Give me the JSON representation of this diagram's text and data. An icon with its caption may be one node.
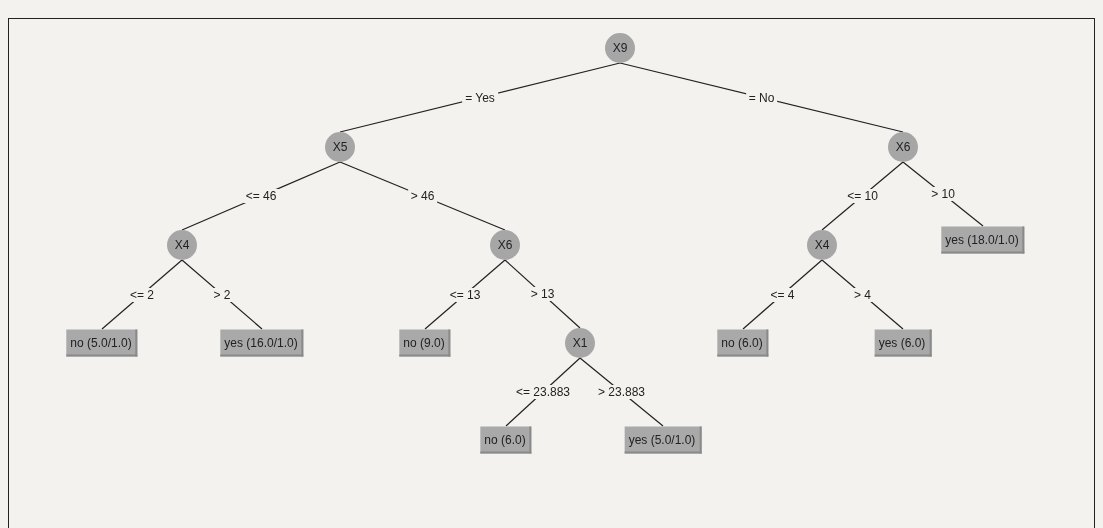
{
  "diagram": {
    "nodes": [
      {
        "text": [
          "X9"
        ]
      },
      {
        "text": [
          "X5"
        ]
      },
      {
        "text": [
          "X6"
        ]
      },
      {
        "text": [
          "X4"
        ]
      },
      {
        "text": [
          "X6"
        ]
      },
      {
        "text": [
          "X4"
        ]
      },
      {
        "text": [
          "yes (18.0/1.0)"
        ]
      },
      {
        "text": [
          "no (5.0/1.0)"
        ]
      },
      {
        "text": [
          "yes (16.0/1.0)"
        ]
      },
      {
        "text": [
          "no (9.0)"
        ]
      },
      {
        "text": [
          "X1"
        ]
      },
      {
        "text": [
          "no (6.0)"
        ]
      },
      {
        "text": [
          "yes (6.0)"
        ]
      },
      {
        "text": [
          "no (6.0)"
        ]
      },
      {
        "text": [
          "yes (5.0/1.0)"
        ]
      }
    ],
    "edges": [
      {
        "from": 0,
        "to": 1,
        "arrow": "none",
        "label": "= Yes"
      },
      {
        "from": 0,
        "to": 2,
        "arrow": "none",
        "label": "= No"
      },
      {
        "from": 1,
        "to": 3,
        "arrow": "none",
        "label": "<= 46"
      },
      {
        "from": 1,
        "to": 4,
        "arrow": "none",
        "label": "> 46"
      },
      {
        "from": 2,
        "to": 5,
        "arrow": "none",
        "label": "<= 10"
      },
      {
        "from": 2,
        "to": 6,
        "arrow": "none",
        "label": "> 10"
      },
      {
        "from": 3,
        "to": 7,
        "arrow": "none",
        "label": "<= 2"
      },
      {
        "from": 3,
        "to": 8,
        "arrow": "none",
        "label": "> 2"
      },
      {
        "from": 4,
        "to": 9,
        "arrow": "none",
        "label": "<= 13"
      },
      {
        "from": 4,
        "to": 10,
        "arrow": "none",
        "label": "> 13"
      },
      {
        "from": 5,
        "to": 11,
        "arrow": "none",
        "label": "<= 4"
      },
      {
        "from": 5,
        "to": 12,
        "arrow": "none",
        "label": "> 4"
      },
      {
        "from": 10,
        "to": 13,
        "arrow": "none",
        "label": "<= 23.883"
      },
      {
        "from": 10,
        "to": 14,
        "arrow": "none",
        "label": "> 23.883"
      }
    ]
  }
}
